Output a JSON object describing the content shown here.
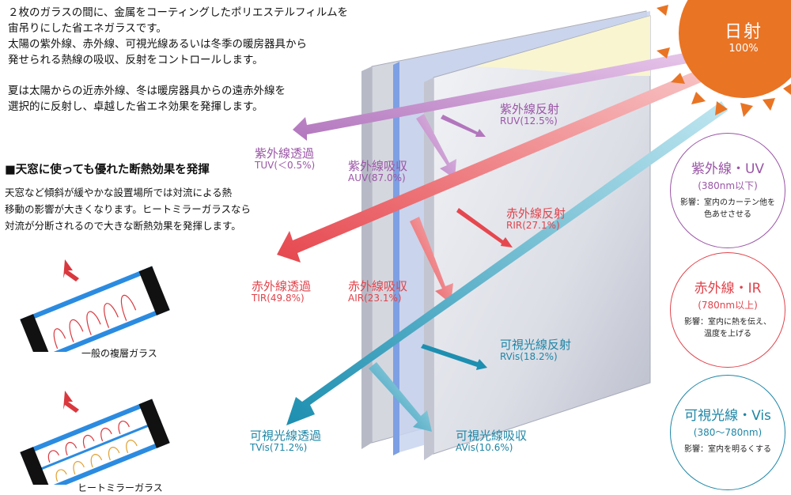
{
  "intro": {
    "lines": [
      "２枚のガラスの間に、金属をコーティングしたポリエステルフィルムを",
      "宙吊りにした省エネガラスです。",
      "太陽の紫外線、赤外線、可視光線あるいは冬季の暖房器具から",
      "発せられる熱線の吸収、反射をコントロールします。",
      "夏は太陽からの近赤外線、冬は暖房器具からの遠赤外線を",
      "選択的に反射し、卓越した省エネ効果を発揮します。"
    ]
  },
  "skylight": {
    "title": "■天窓に使っても優れた断熱効果を発揮",
    "lines": [
      "天窓など傾斜が緩やかな設置場所では対流による熱",
      "移動の影響が大きくなります。ヒートミラーガラスなら",
      "対流が分断されるので大きな断熱効果を発揮します。"
    ],
    "caption_normal": "一般の複層ガラス",
    "caption_heatmirror": "ヒートミラーガラス"
  },
  "sun": {
    "label": "日射",
    "percent": "100%"
  },
  "labels": {
    "uv_reflect": {
      "name": "紫外線反射",
      "value": "RUV(12.5%)"
    },
    "uv_transmit": {
      "name": "紫外線透過",
      "value": "TUV(＜0.5%)"
    },
    "uv_absorb": {
      "name": "紫外線吸収",
      "value": "AUV(87.0%)"
    },
    "ir_reflect": {
      "name": "赤外線反射",
      "value": "RIR(27.1%)"
    },
    "ir_transmit": {
      "name": "赤外線透過",
      "value": "TIR(49.8%)"
    },
    "ir_absorb": {
      "name": "赤外線吸収",
      "value": "AIR(23.1%)"
    },
    "vis_reflect": {
      "name": "可視光線反射",
      "value": "RVis(18.2%)"
    },
    "vis_transmit": {
      "name": "可視光線透過",
      "value": "TVis(71.2%)"
    },
    "vis_absorb": {
      "name": "可視光線吸収",
      "value": "AVis(10.6%)"
    }
  },
  "legend": {
    "uv": {
      "title": "紫外線・UV",
      "range": "(380nm以下)",
      "desc1": "影響：室内のカーテン他を",
      "desc2": "色あせさせる"
    },
    "ir": {
      "title": "赤外線・IR",
      "range": "(780nm以上)",
      "desc1": "影響：室内に熱を伝え、",
      "desc2": "温度を上げる"
    },
    "vis": {
      "title": "可視光線・Vis",
      "range": "(380〜780nm)",
      "desc1": "影響：室内を明るくする"
    }
  },
  "colors": {
    "uv": "#b276bd",
    "ir": "#e6474e",
    "vis": "#1d8fb0",
    "sun": "#e97424"
  }
}
